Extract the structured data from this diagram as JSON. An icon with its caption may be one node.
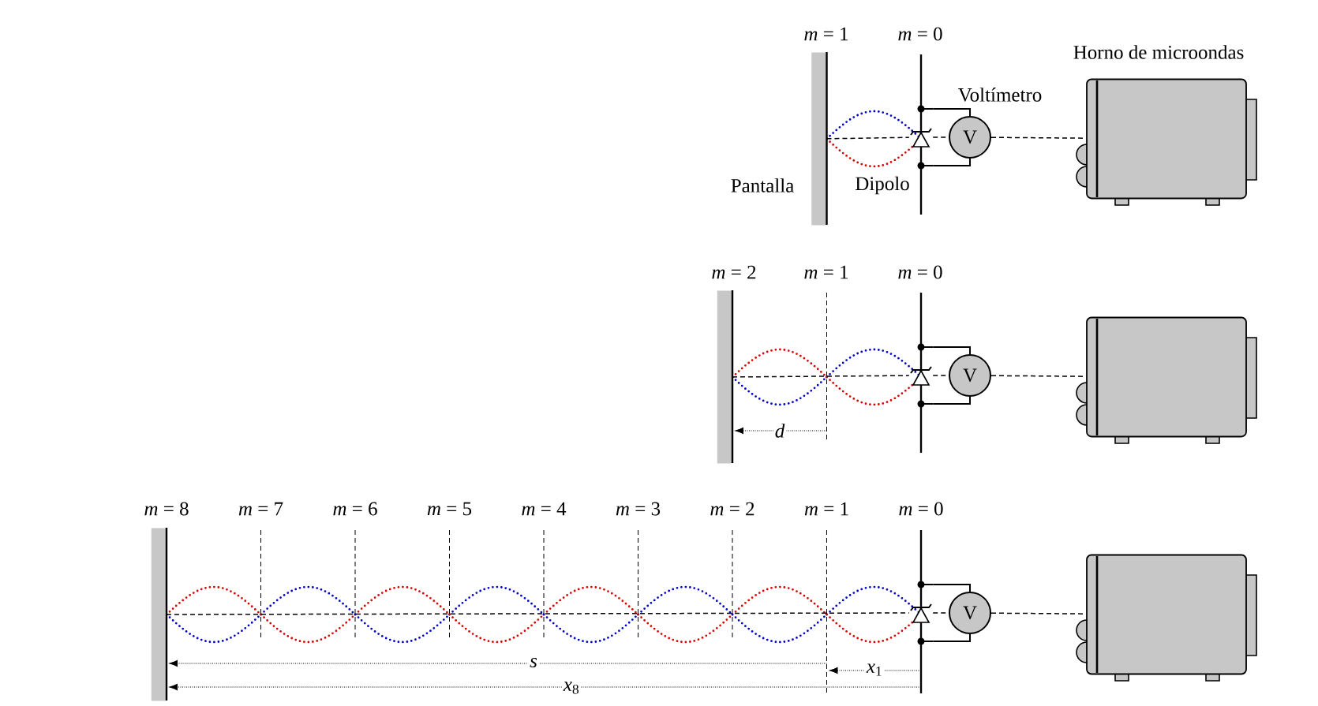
{
  "diagram": {
    "nodes": [
      {
        "text": [
          "Pantalla"
        ]
      },
      {
        "text": [
          "Dipolo"
        ]
      },
      {
        "text": [
          "V"
        ],
        "beside": [
          "Voltímetro"
        ]
      },
      {
        "text": [
          "Horno de microondas"
        ]
      },
      {
        "text": [],
        "shape": "bar"
      },
      {
        "text": [],
        "shape": "antenna"
      },
      {
        "text": [
          "V"
        ]
      },
      {
        "text": [],
        "shape": "box"
      },
      {
        "text": [],
        "shape": "bar"
      },
      {
        "text": [],
        "shape": "antenna"
      },
      {
        "text": [
          "V"
        ]
      },
      {
        "text": [],
        "shape": "box"
      }
    ],
    "edges": [
      {
        "from": 0,
        "to": 1,
        "arrow": "none",
        "style": "dashed"
      },
      {
        "from": 1,
        "to": 2,
        "arrow": "none",
        "style": "dashed"
      },
      {
        "from": 1,
        "to": 2,
        "arrow": "none"
      },
      {
        "from": 1,
        "to": 2,
        "arrow": "none"
      },
      {
        "from": 2,
        "to": 3,
        "arrow": "none",
        "style": "dashed"
      },
      {
        "from": 4,
        "to": 5,
        "arrow": "none",
        "style": "dashed"
      },
      {
        "from": 5,
        "to": 6,
        "arrow": "none",
        "style": "dashed"
      },
      {
        "from": 5,
        "to": 6,
        "arrow": "none"
      },
      {
        "from": 5,
        "to": 6,
        "arrow": "none"
      },
      {
        "from": 6,
        "to": 7,
        "arrow": "none",
        "style": "dashed"
      },
      {
        "from": 8,
        "to": 9,
        "arrow": "none",
        "style": "dashed"
      },
      {
        "from": 9,
        "to": 10,
        "arrow": "none",
        "style": "dashed"
      },
      {
        "from": 9,
        "to": 10,
        "arrow": "none"
      },
      {
        "from": 9,
        "to": 10,
        "arrow": "none"
      },
      {
        "from": 10,
        "to": 11,
        "arrow": "none",
        "style": "dashed"
      }
    ],
    "labels": [
      "*m* = 1",
      "*m* = 0",
      "*m* = 2",
      "*m* = 1",
      "*m* = 0",
      "d",
      "*m* = 8",
      "*m* = 7",
      "*m* = 6",
      "*m* = 5",
      "*m* = 4",
      "*m* = 3",
      "*m* = 2",
      "*m* = 1",
      "*m* = 0",
      "s",
      "*x*$_{1}$",
      "*x*$_{8}$"
    ]
  }
}
